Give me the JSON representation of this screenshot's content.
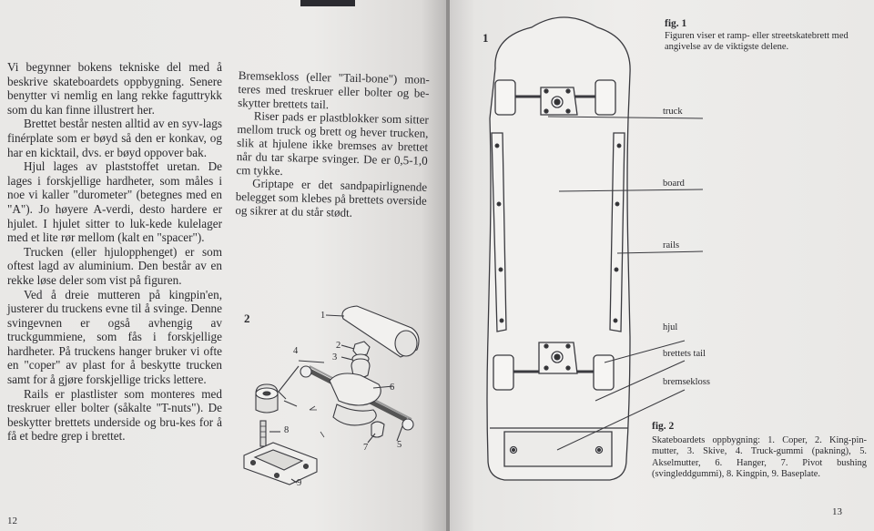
{
  "left_page": {
    "page_number": "12",
    "column_a": [
      "Vi begynner bokens tekniske del med å beskrive skateboardets oppbygning. Senere benytter vi nemlig en lang rekke faguttrykk som du kan finne illustrert her.",
      "Brettet består nesten alltid av en syv-lags finérplate som er bøyd så den er konkav, og har en kicktail, dvs. er bøyd oppover bak.",
      "Hjul lages av plaststoffet uretan. De lages i forskjellige hardheter, som måles i noe vi kaller \"durometer\" (betegnes med en \"A\"). Jo høyere A-verdi, desto hardere er hjulet. I hjulet sitter to luk-kede kulelager med et lite rør mellom (kalt en \"spacer\").",
      "Trucken (eller hjulopphenget) er som oftest lagd av aluminium. Den består av en rekke løse deler som vist på figuren.",
      "Ved å dreie mutteren på kingpin'en, justerer du truckens evne til å svinge. Denne svingevnen er også avhengig av truckgummiene, som fås i forskjellige hardheter. På truckens hanger bruker vi ofte en \"coper\" av plast for å beskytte trucken samt for å gjøre forskjellige tricks lettere.",
      "Rails er plastlister som monteres med treskruer eller bolter (såkalte \"T-nuts\"). De beskytter brettets underside og bru-kes for å få et bedre grep i brettet."
    ],
    "column_b": [
      "Bremsekloss (eller \"Tail-bone\") mon-teres med treskruer eller bolter og be-skytter brettets tail.",
      "Riser pads er plastblokker som sitter mellom truck og brett og hever trucken, slik at hjulene ikke bremses av brettet når du tar skarpe svinger. De er 0,5-1,0 cm tykke.",
      "Griptape er det sandpapirlignende belegget som klebes på brettets overside og sikrer at du står stødt."
    ],
    "figure2": {
      "number": "2",
      "part_labels": [
        "1",
        "2",
        "3",
        "4",
        "5",
        "6",
        "7",
        "8",
        "9"
      ]
    }
  },
  "right_page": {
    "page_number": "13",
    "figure1_number": "1",
    "fig1_caption": {
      "title": "fig. 1",
      "text": "Figuren viser et ramp- eller streetskatebrett med angivelse av de viktigste delene."
    },
    "labels": {
      "truck": "truck",
      "board": "board",
      "rails": "rails",
      "hjul": "hjul",
      "brettets_tail": "brettets tail",
      "bremsekloss": "bremsekloss"
    },
    "fig2_caption": {
      "title": "fig. 2",
      "text": "Skateboardets oppbygning: 1. Coper, 2. King-pin-mutter, 3. Skive, 4. Truck-gummi (pakning), 5. Akselmutter, 6. Hanger, 7. Pivot bushing (svingleddgummi), 8. Kingpin, 9. Baseplate."
    }
  }
}
